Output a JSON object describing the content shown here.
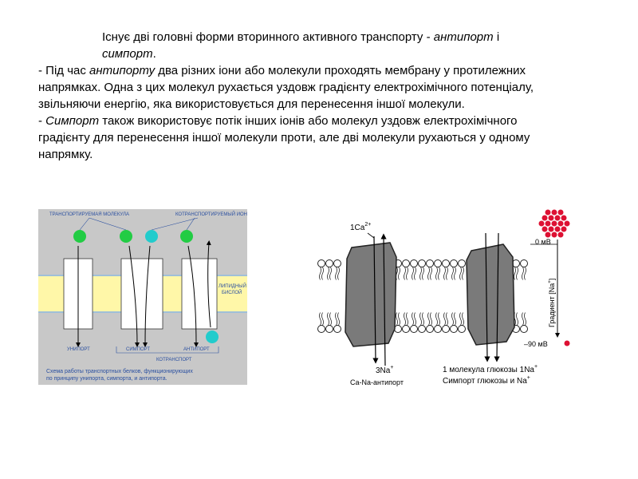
{
  "paragraph1": {
    "text_before": "Існує дві головні форми вторинного активного транспорту - ",
    "term1": "антипорт",
    "text_mid": " і ",
    "term2": "симпорт",
    "text_after": "."
  },
  "paragraph2": {
    "prefix": "- Під час ",
    "term": "антипорту",
    "text": " два різних іони або молекули проходять мембрану у протилежних напрямках. Одна з цих молекул рухається уздовж градієнту електрохімічного потенціалу, звільняючи енергію, яка використовується для перенесення іншої молекули."
  },
  "paragraph3": {
    "prefix": "- ",
    "term": "Симпорт",
    "text": " також використовує потік інших іонів або молекул уздовж електрохімічного градієнту для перенесення іншої молекули проти, але дві молекули рухаються у одному напрямку."
  },
  "figure1": {
    "label_transported": "ТРАНСПОРТИРУЕМАЯ МОЛЕКУЛА",
    "label_cotransported": "КОТРАНСПОРТИРУЕМЫЙ ИОН",
    "label_lipid_1": "ЛИПИДНЫЙ",
    "label_lipid_2": "БИСЛОЙ",
    "label_uniport": "УНИПОРТ",
    "label_symport": "СИМПОРТ",
    "label_antiport": "АНТИПОРТ",
    "label_cotransport": "КОТРАНСПОРТ",
    "caption_1": "Схема работы транспортных белков, функционирующих",
    "caption_2": "по принципу унипорта, симпорта, и антипорта.",
    "molecule_color": "#22cc44",
    "ion_color": "#22cccc",
    "lipid_color": "#fff7a8"
  },
  "figure2": {
    "label_ca": "1Ca",
    "label_ca_charge": "2+",
    "label_0mv": "0 мВ",
    "label_minus90": "–90 мВ",
    "label_gradient": "Градиент [Na",
    "label_gradient_charge": "+",
    "label_gradient_end": "]",
    "label_3na": "3Na",
    "label_3na_charge": "+",
    "label_antiporter": "Ca-Na-антипорт",
    "label_glucose_line1": "1 молекула глюкозы  1Na",
    "label_glucose_charge1": "+",
    "label_glucose_line2": "Симпорт глюкозы и  Na",
    "label_glucose_charge2": "+",
    "dot_color": "#dd1133",
    "protein_color": "#7a7a7a"
  }
}
